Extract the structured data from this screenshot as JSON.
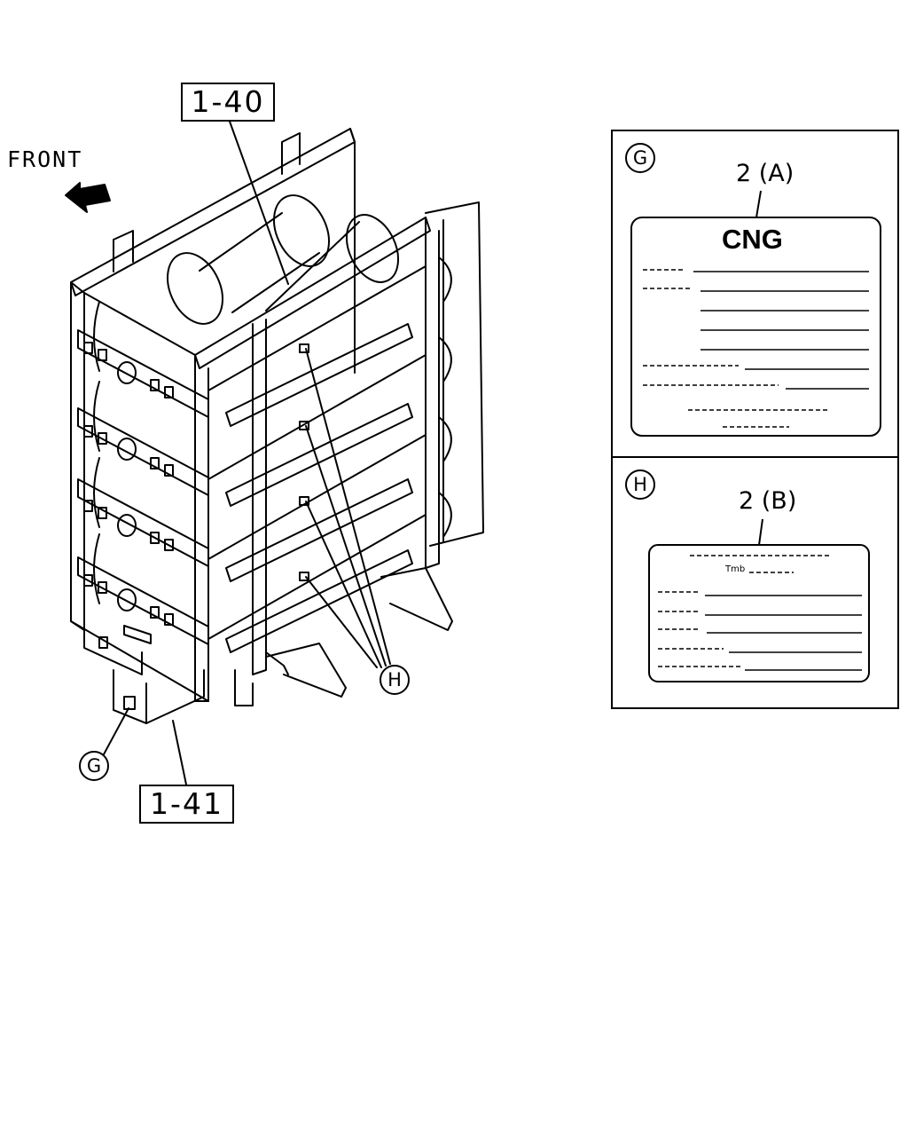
{
  "diagram": {
    "front_label": "FRONT",
    "callouts": {
      "part_top": "1-40",
      "part_bottom": "1-41",
      "view_g": "G",
      "view_h": "H"
    }
  },
  "detail_panel": {
    "g": {
      "circle": "G",
      "part": "2 (A)",
      "label_title": "CNG"
    },
    "h": {
      "circle": "H",
      "part": "2 (B)",
      "label_small": "Tmb"
    }
  }
}
